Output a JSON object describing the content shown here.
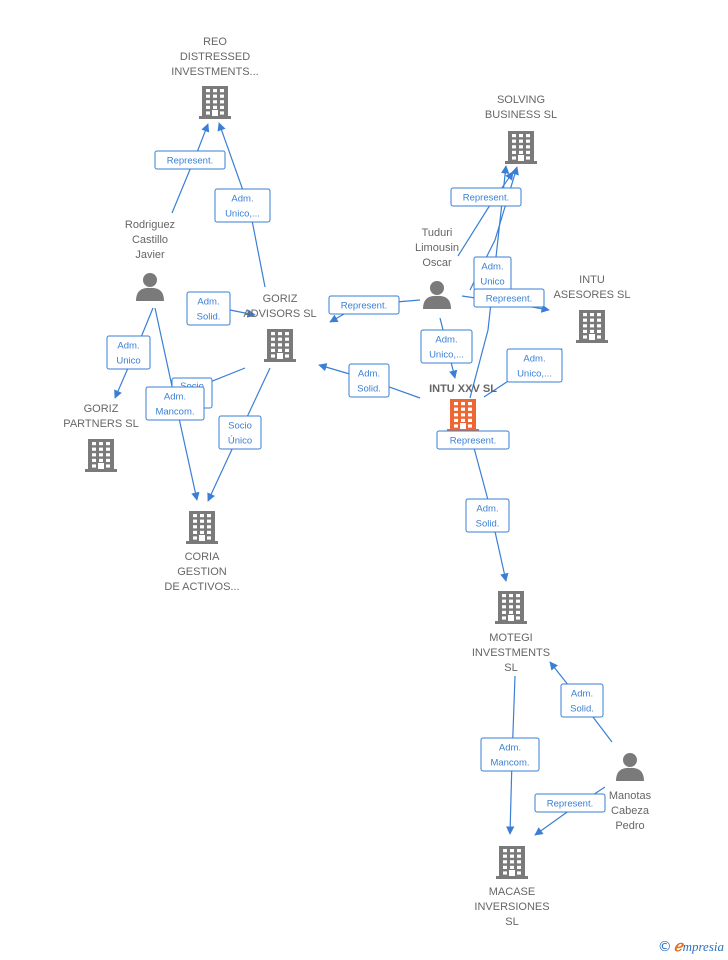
{
  "colors": {
    "edge": "#3a7fd5",
    "node": "#7a7a7a",
    "main_node": "#ee6633",
    "label": "#666666"
  },
  "nodes": [
    {
      "id": "reo",
      "kind": "company",
      "lines": [
        "REO",
        "DISTRESSED",
        "INVESTMENTS..."
      ]
    },
    {
      "id": "solving",
      "kind": "company",
      "lines": [
        "SOLVING",
        "BUSINESS  SL"
      ]
    },
    {
      "id": "rodriguez",
      "kind": "person",
      "lines": [
        "Rodriguez",
        "Castillo",
        "Javier"
      ]
    },
    {
      "id": "tuduri",
      "kind": "person",
      "lines": [
        "Tuduri",
        "Limousin",
        "Oscar"
      ]
    },
    {
      "id": "goriz_advisors",
      "kind": "company",
      "lines": [
        "GORIZ",
        "ADVISORS  SL"
      ]
    },
    {
      "id": "intu_asesores",
      "kind": "company",
      "lines": [
        "INTU",
        "ASESORES  SL"
      ]
    },
    {
      "id": "goriz_partners",
      "kind": "company",
      "lines": [
        "GORIZ",
        "PARTNERS  SL"
      ]
    },
    {
      "id": "intu_xxv",
      "kind": "main",
      "lines": [
        "INTU XXV  SL"
      ]
    },
    {
      "id": "coria",
      "kind": "company",
      "lines": [
        "CORIA",
        "GESTION",
        "DE ACTIVOS..."
      ]
    },
    {
      "id": "motegi",
      "kind": "company",
      "lines": [
        "MOTEGI",
        "INVESTMENTS",
        "SL"
      ]
    },
    {
      "id": "manotas",
      "kind": "person",
      "lines": [
        "Manotas",
        "Cabeza",
        "Pedro"
      ]
    },
    {
      "id": "macase",
      "kind": "company",
      "lines": [
        "MACASE",
        "INVERSIONES",
        "SL"
      ]
    }
  ],
  "edges": [
    {
      "id": "e1",
      "lines": [
        "Represent."
      ]
    },
    {
      "id": "e2",
      "lines": [
        "Adm.",
        "Unico,..."
      ]
    },
    {
      "id": "e3",
      "lines": [
        "Adm.",
        "Solid."
      ]
    },
    {
      "id": "e4",
      "lines": [
        "Adm.",
        "Unico"
      ]
    },
    {
      "id": "e5",
      "lines": [
        "Socio",
        "Único"
      ]
    },
    {
      "id": "e6",
      "lines": [
        "Adm.",
        "Mancom."
      ]
    },
    {
      "id": "e7",
      "lines": [
        "Socio",
        "Único"
      ]
    },
    {
      "id": "e8",
      "lines": [
        "Represent."
      ]
    },
    {
      "id": "e9",
      "lines": [
        "Adm.",
        "Unico"
      ]
    },
    {
      "id": "e10",
      "lines": [
        "Represent."
      ]
    },
    {
      "id": "e11",
      "lines": [
        "Represent."
      ]
    },
    {
      "id": "e12",
      "lines": [
        "Adm.",
        "Unico,..."
      ]
    },
    {
      "id": "e13",
      "lines": [
        "Adm.",
        "Unico,..."
      ]
    },
    {
      "id": "e14",
      "lines": [
        "Adm.",
        "Solid."
      ]
    },
    {
      "id": "e15",
      "lines": [
        "Represent."
      ]
    },
    {
      "id": "e16",
      "lines": [
        "Adm.",
        "Solid."
      ]
    },
    {
      "id": "e17",
      "lines": [
        "Adm.",
        "Solid."
      ]
    },
    {
      "id": "e18",
      "lines": [
        "Adm.",
        "Mancom."
      ]
    },
    {
      "id": "e19",
      "lines": [
        "Represent."
      ]
    }
  ],
  "footer": {
    "copyright": "©",
    "brand_first": "ℯ",
    "brand_rest": "mpresia"
  }
}
